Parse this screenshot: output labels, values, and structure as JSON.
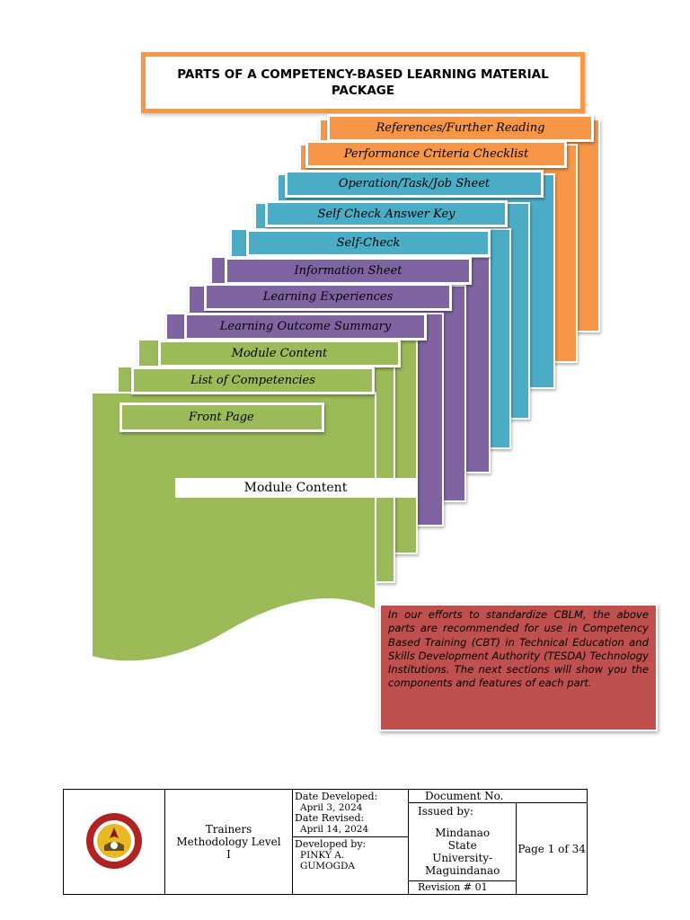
{
  "title": "PARTS OF A COMPETENCY-BASED LEARNING MATERIAL PACKAGE",
  "parts": [
    "References/Further Reading",
    "Performance Criteria Checklist",
    "Operation/Task/Job Sheet",
    "Self Check Answer Key",
    "Self-Check",
    "Information Sheet",
    "Learning Experiences",
    "Learning Outcome Summary",
    "Module Content",
    "List of Competencies",
    "Front Page"
  ],
  "body_label": "Module Content",
  "note": "In our efforts to standardize CBLM, the above parts are recommended for use in Competency Based Training (CBT) in Technical Education and Skills Development Authority (TESDA) Technology Institutions. The next sections will show you the components and features of each part.",
  "footer": {
    "course": "Trainers Methodology Level I",
    "date_developed_label": "Date Developed:",
    "date_developed": "April 3, 2024",
    "date_revised_label": "Date Revised:",
    "date_revised": "April 14, 2024",
    "developed_by_label": "Developed by:",
    "developed_by": "PINKY A. GUMOGDA",
    "document_no_label": "Document No.",
    "issued_by_label": "Issued by:",
    "issued_by": "Mindanao State University-Maguindanao",
    "revision": "Revision # 01",
    "page": "Page 1 of 34"
  },
  "colors": {
    "orange": "#f79646",
    "blue": "#4bacc6",
    "purple": "#8064a2",
    "green": "#9bbb59",
    "red": "#c0504d"
  }
}
